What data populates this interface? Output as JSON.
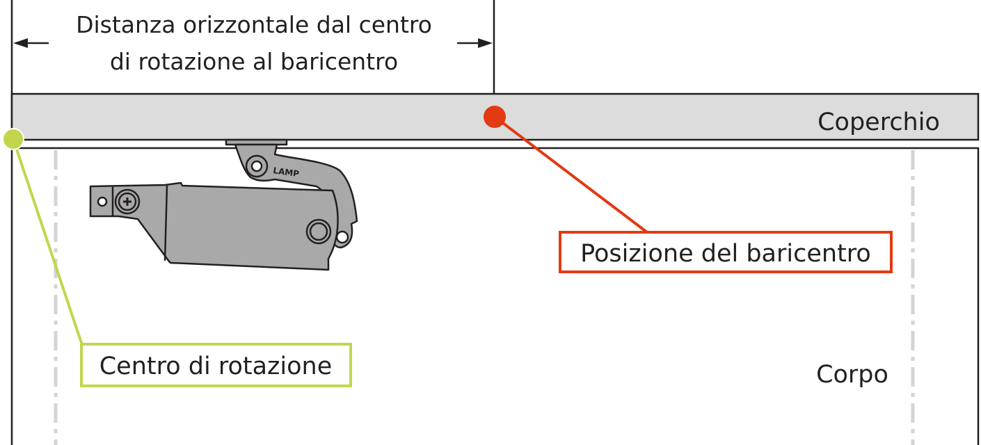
{
  "dimension": {
    "line1": "Distanza orizzontale dal centro",
    "line2": "di rotazione al baricentro"
  },
  "labels": {
    "lid": "Coperchio",
    "body": "Corpo",
    "center_of_gravity": "Posizione del baricentro",
    "rotation_center": "Centro di rotazione"
  },
  "hinge_logo": "LAMP",
  "colors": {
    "lid_fill": "#dcdcdc",
    "outline": "#231f20",
    "center_of_gravity": "#e23a12",
    "rotation_center": "#c3d54d",
    "hinge_fill": "#a9a9a9",
    "dashed_guides": "#d4d4d4"
  }
}
